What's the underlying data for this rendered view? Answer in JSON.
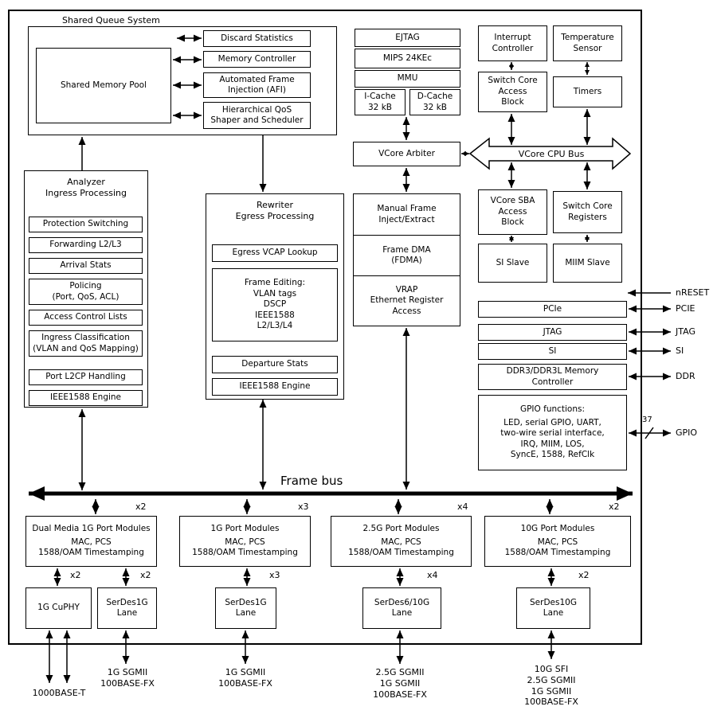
{
  "shared_queue": {
    "title": "Shared Queue System",
    "pool": "Shared Memory Pool",
    "items": [
      "Discard Statistics",
      "Memory Controller",
      "Automated Frame\nInjection (AFI)",
      "Hierarchical QoS\nShaper and Scheduler"
    ]
  },
  "analyzer": {
    "title": "Analyzer\nIngress Processing",
    "items": [
      "Protection Switching",
      "Forwarding L2/L3",
      "Arrival Stats",
      "Policing\n(Port, QoS, ACL)",
      "Access Control Lists",
      "Ingress Classification\n(VLAN and QoS Mapping)",
      "Port L2CP Handling",
      "IEEE1588 Engine"
    ]
  },
  "rewriter": {
    "title": "Rewriter\nEgress Processing",
    "items": [
      "Egress VCAP Lookup",
      "Frame Editing:\nVLAN tags\nDSCP\nIEEE1588\nL2/L3/L4",
      "Departure Stats",
      "IEEE1588 Engine"
    ]
  },
  "cpu": {
    "ejtag": "EJTAG",
    "core": "MIPS 24KEc",
    "mmu": "MMU",
    "icache": "I-Cache\n32 kB",
    "dcache": "D-Cache\n32 kB",
    "arbiter": "VCore Arbiter",
    "bus": "VCore CPU Bus",
    "manual_frame": "Manual Frame\nInject/Extract",
    "fdma": "Frame DMA\n(FDMA)",
    "vrap": "VRAP\nEthernet Register\nAccess"
  },
  "peripherals": {
    "interrupt": "Interrupt\nController",
    "temperature": "Temperature\nSensor",
    "switch_core_access": "Switch Core\nAccess\nBlock",
    "timers": "Timers",
    "vcore_sba": "VCore SBA\nAccess\nBlock",
    "switch_core_regs": "Switch Core\nRegisters",
    "si_slave": "SI Slave",
    "miim_slave": "MIIM Slave",
    "pcie": "PCIe",
    "jtag": "JTAG",
    "si": "SI",
    "ddr": "DDR3/DDR3L Memory\nController",
    "gpio_title": "GPIO functions:",
    "gpio_body": "LED, serial GPIO, UART,\ntwo-wire serial interface,\nIRQ, MIIM, LOS,\nSyncE, 1588, RefClk"
  },
  "external_pins": {
    "nreset": "nRESET",
    "pcie": "PCIE",
    "jtag": "JTAG",
    "si": "SI",
    "ddr": "DDR",
    "gpio": "GPIO",
    "gpio_bus_width": "37"
  },
  "frame_bus": {
    "label": "Frame bus"
  },
  "ports": [
    {
      "title": "Dual Media 1G Port Modules",
      "sub": "MAC, PCS\n1588/OAM Timestamping",
      "count": "x2",
      "phys": [
        {
          "label": "1G CuPHY",
          "count": "x2",
          "external": "1000BASE-T"
        },
        {
          "label": "SerDes1G\nLane",
          "count": "x2",
          "external": "1G SGMII\n100BASE-FX"
        }
      ]
    },
    {
      "title": "1G Port Modules",
      "sub": "MAC, PCS\n1588/OAM Timestamping",
      "count": "x3",
      "phys": [
        {
          "label": "SerDes1G\nLane",
          "count": "x3",
          "external": "1G SGMII\n100BASE-FX"
        }
      ]
    },
    {
      "title": "2.5G Port Modules",
      "sub": "MAC, PCS\n1588/OAM Timestamping",
      "count": "x4",
      "phys": [
        {
          "label": "SerDes6/10G\nLane",
          "count": "x4",
          "external": "2.5G SGMII\n1G SGMII\n100BASE-FX"
        }
      ]
    },
    {
      "title": "10G Port Modules",
      "sub": "MAC, PCS\n1588/OAM Timestamping",
      "count": "x2",
      "phys": [
        {
          "label": "SerDes10G\nLane",
          "count": "x2",
          "external": "10G SFI\n2.5G SGMII\n1G SGMII\n100BASE-FX"
        }
      ]
    }
  ]
}
